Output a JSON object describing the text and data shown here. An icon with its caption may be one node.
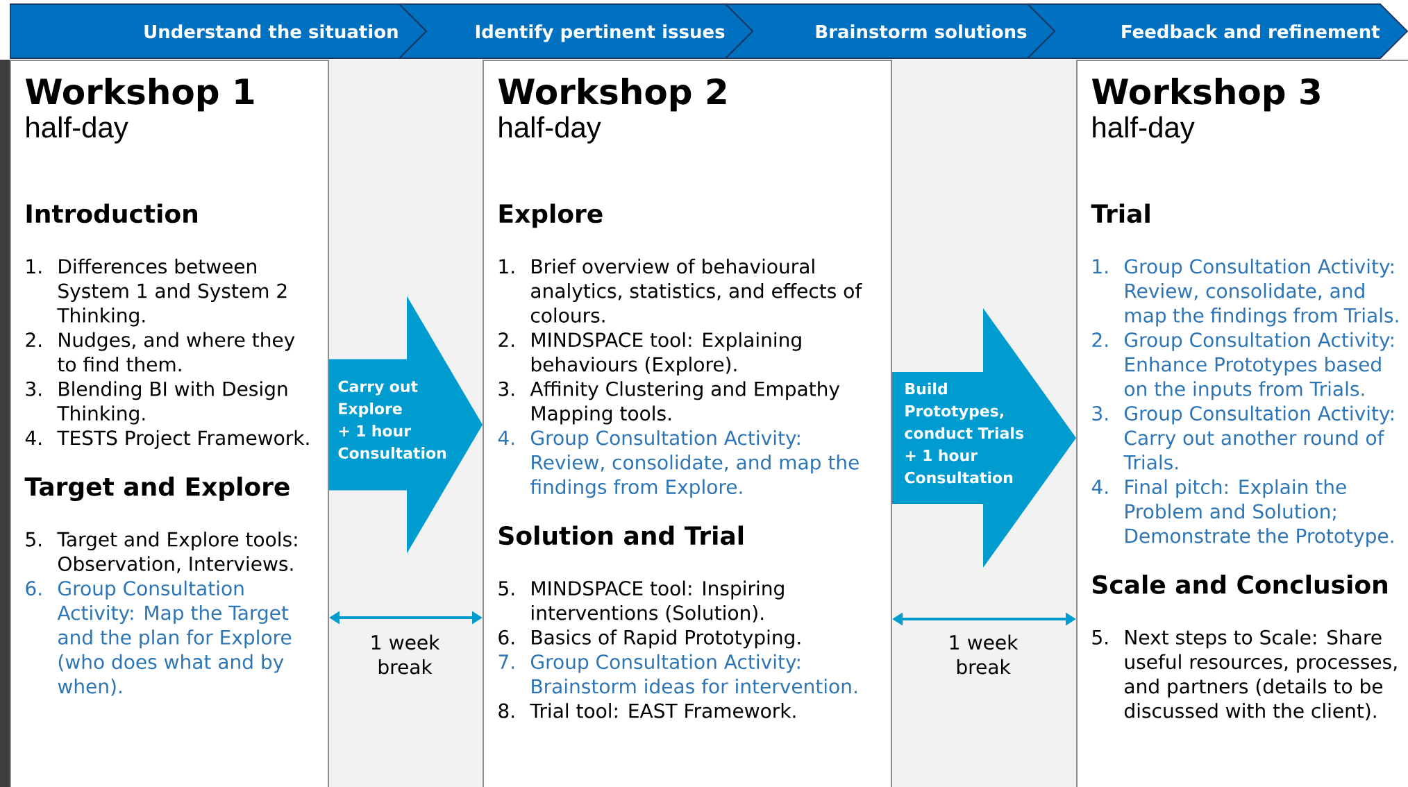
{
  "diagram": {
    "nodes": [
      {
        "text": [
          "Understand the situation"
        ]
      },
      {
        "text": [
          "Identify pertinent issues"
        ]
      },
      {
        "text": [
          "Brainstorm solutions"
        ]
      },
      {
        "text": [
          "Feedback and refinement"
        ]
      },
      {
        "text": [
          "Workshop 1",
          "half-day",
          "Introduction",
          "1.",
          "Differences between System 1 and System 2 Thinking.",
          "2.",
          "Nudges, and where they to find them.",
          "3.",
          "Blending BI with Design Thinking.",
          "4.",
          "TESTS Project Framework.",
          "Target and Explore",
          "5.",
          "Target and Explore tools: Observation, Interviews.",
          "6.",
          "Group Consultation Activity: Map the Target and the plan for Explore (who does what and by when)."
        ]
      },
      {
        "text": [
          "Workshop 2",
          "half-day",
          "Explore",
          "1.",
          "Brief overview of behavioural analytics, statistics, and effects of colours.",
          "2.",
          "MINDSPACE tool: Explaining behaviours (Explore).",
          "3.",
          "Affinity Clustering and Empathy Mapping tools.",
          "4.",
          "Group Consultation Activity: Review, consolidate, and map the findings from Explore.",
          "Solution and Trial",
          "5.",
          "MINDSPACE tool: Inspiring interventions (Solution).",
          "6.",
          "Basics of Rapid Prototyping.",
          "7.",
          "Group Consultation Activity: Brainstorm ideas for intervention.",
          "8.",
          "Trial tool: EAST Framework."
        ]
      },
      {
        "text": [
          "Workshop 3",
          "half-day",
          "Trial",
          "1.",
          "Group Consultation Activity: Review, consolidate, and map the findings from Trials.",
          "2.",
          "Group Consultation Activity: Enhance Prototypes based on the inputs from Trials.",
          "3.",
          "Group Consultation Activity: Carry out another round of Trials.",
          "4.",
          "Final pitch: Explain the Problem and Solution; Demonstrate the Prototype.",
          "Scale and Conclusion",
          "5.",
          "Next steps to Scale: Share useful resources, processes, and partners (details to be discussed with the client)."
        ]
      }
    ],
    "edges": [
      {
        "from": 4,
        "to": 5,
        "arrow": "to",
        "style": "thick",
        "label": "Carry out Explore + 1 hour Consultation"
      },
      {
        "from": 4,
        "to": 5,
        "arrow": "both",
        "label": "1 week break"
      },
      {
        "from": 5,
        "to": 6,
        "arrow": "to",
        "style": "thick",
        "label": "Build Prototypes, conduct Trials + 1 hour Consultation"
      },
      {
        "from": 5,
        "to": 6,
        "arrow": "both",
        "label": "1 week break"
      }
    ]
  }
}
